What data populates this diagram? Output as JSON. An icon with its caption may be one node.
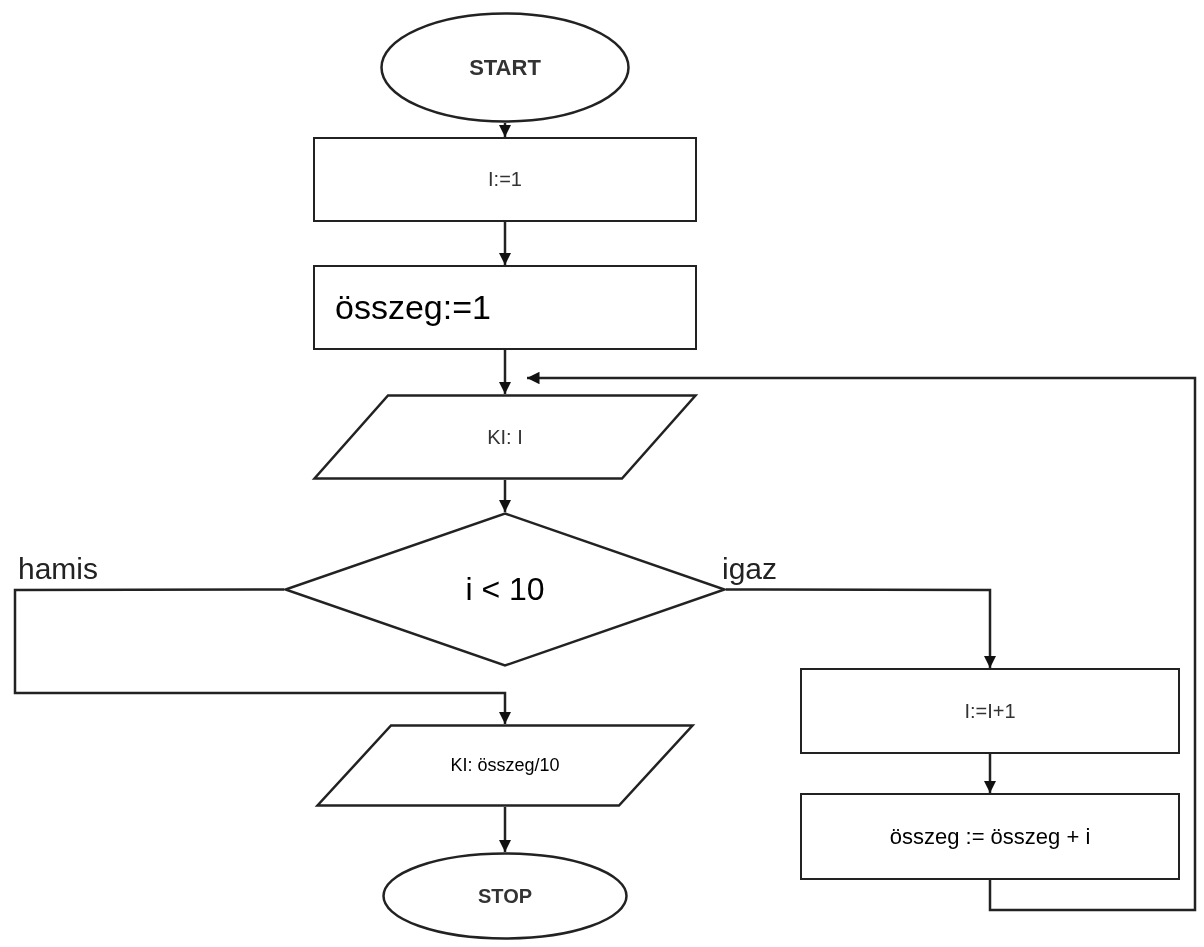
{
  "diagram": {
    "nodes": [
      {
        "text": [
          "START"
        ]
      },
      {
        "text": [
          "I:=1"
        ]
      },
      {
        "text": [
          "összeg:=1"
        ]
      },
      {
        "text": [
          "KI: I"
        ]
      },
      {
        "text": [
          "i < 10"
        ]
      },
      {
        "text": [
          "KI: összeg/10"
        ]
      },
      {
        "text": [
          "STOP"
        ]
      },
      {
        "text": [
          "I:=I+1"
        ]
      },
      {
        "text": [
          "összeg := összeg + i"
        ]
      }
    ],
    "edges": [
      {
        "from": 0,
        "to": 1,
        "arrow": "to"
      },
      {
        "from": 1,
        "to": 2,
        "arrow": "to"
      },
      {
        "from": 2,
        "to": 3,
        "arrow": "to"
      },
      {
        "from": 3,
        "to": 4,
        "arrow": "to"
      },
      {
        "from": 4,
        "to": 5,
        "arrow": "to",
        "label": "hamis"
      },
      {
        "from": 4,
        "to": 7,
        "arrow": "to",
        "label": "igaz"
      },
      {
        "from": 5,
        "to": 6,
        "arrow": "to"
      },
      {
        "from": 7,
        "to": 8,
        "arrow": "to"
      },
      {
        "from": 8,
        "to": 3,
        "arrow": "to"
      }
    ]
  }
}
